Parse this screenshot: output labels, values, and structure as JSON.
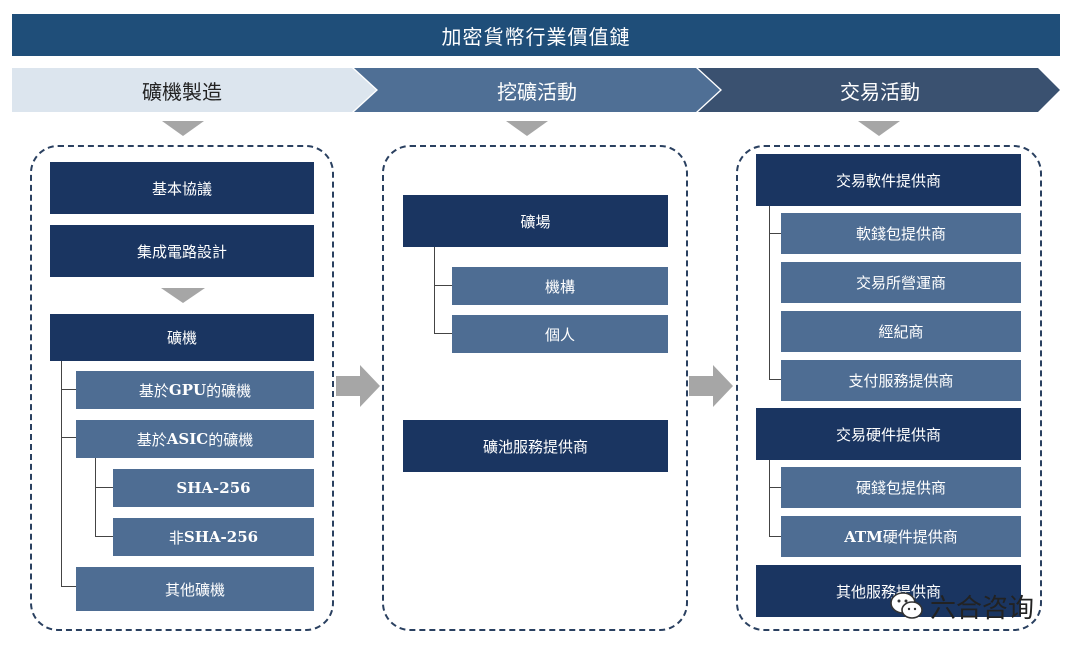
{
  "title": "加密貨幣行業價值鏈",
  "stages": [
    {
      "label": "礦機製造"
    },
    {
      "label": "挖礦活動"
    },
    {
      "label": "交易活動"
    }
  ],
  "col1": {
    "protocol": "基本協議",
    "ic_design": "集成電路設計",
    "miner": "礦機",
    "gpu_prefix": "基於",
    "gpu_bold": "GPU",
    "gpu_suffix": "的礦機",
    "asic_prefix": "基於",
    "asic_bold": "ASIC",
    "asic_suffix": "的礦機",
    "sha256": "SHA-256",
    "non_prefix": "非",
    "non_bold": "SHA-256",
    "other_miner": "其他礦機"
  },
  "col2": {
    "farm": "礦場",
    "institution": "機構",
    "individual": "個人",
    "pool": "礦池服務提供商"
  },
  "col3": {
    "software": "交易軟件提供商",
    "sw_wallet": "軟錢包提供商",
    "exchange": "交易所營運商",
    "broker": "經紀商",
    "payment": "支付服務提供商",
    "hardware": "交易硬件提供商",
    "hw_wallet": "硬錢包提供商",
    "atm_bold": "ATM",
    "atm_suffix": "硬件提供商",
    "other_service": "其他服務提供商"
  },
  "watermark": {
    "text": "六合咨询",
    "icon": "wechat-icon"
  },
  "colors": {
    "banner": "#1f4e79",
    "dark": "#1a3561",
    "mid": "#4e6d93",
    "stage1": "#dce5ee",
    "stage2": "#4f6f95",
    "stage3": "#3a5170",
    "arrow": "#a6a6a6"
  }
}
